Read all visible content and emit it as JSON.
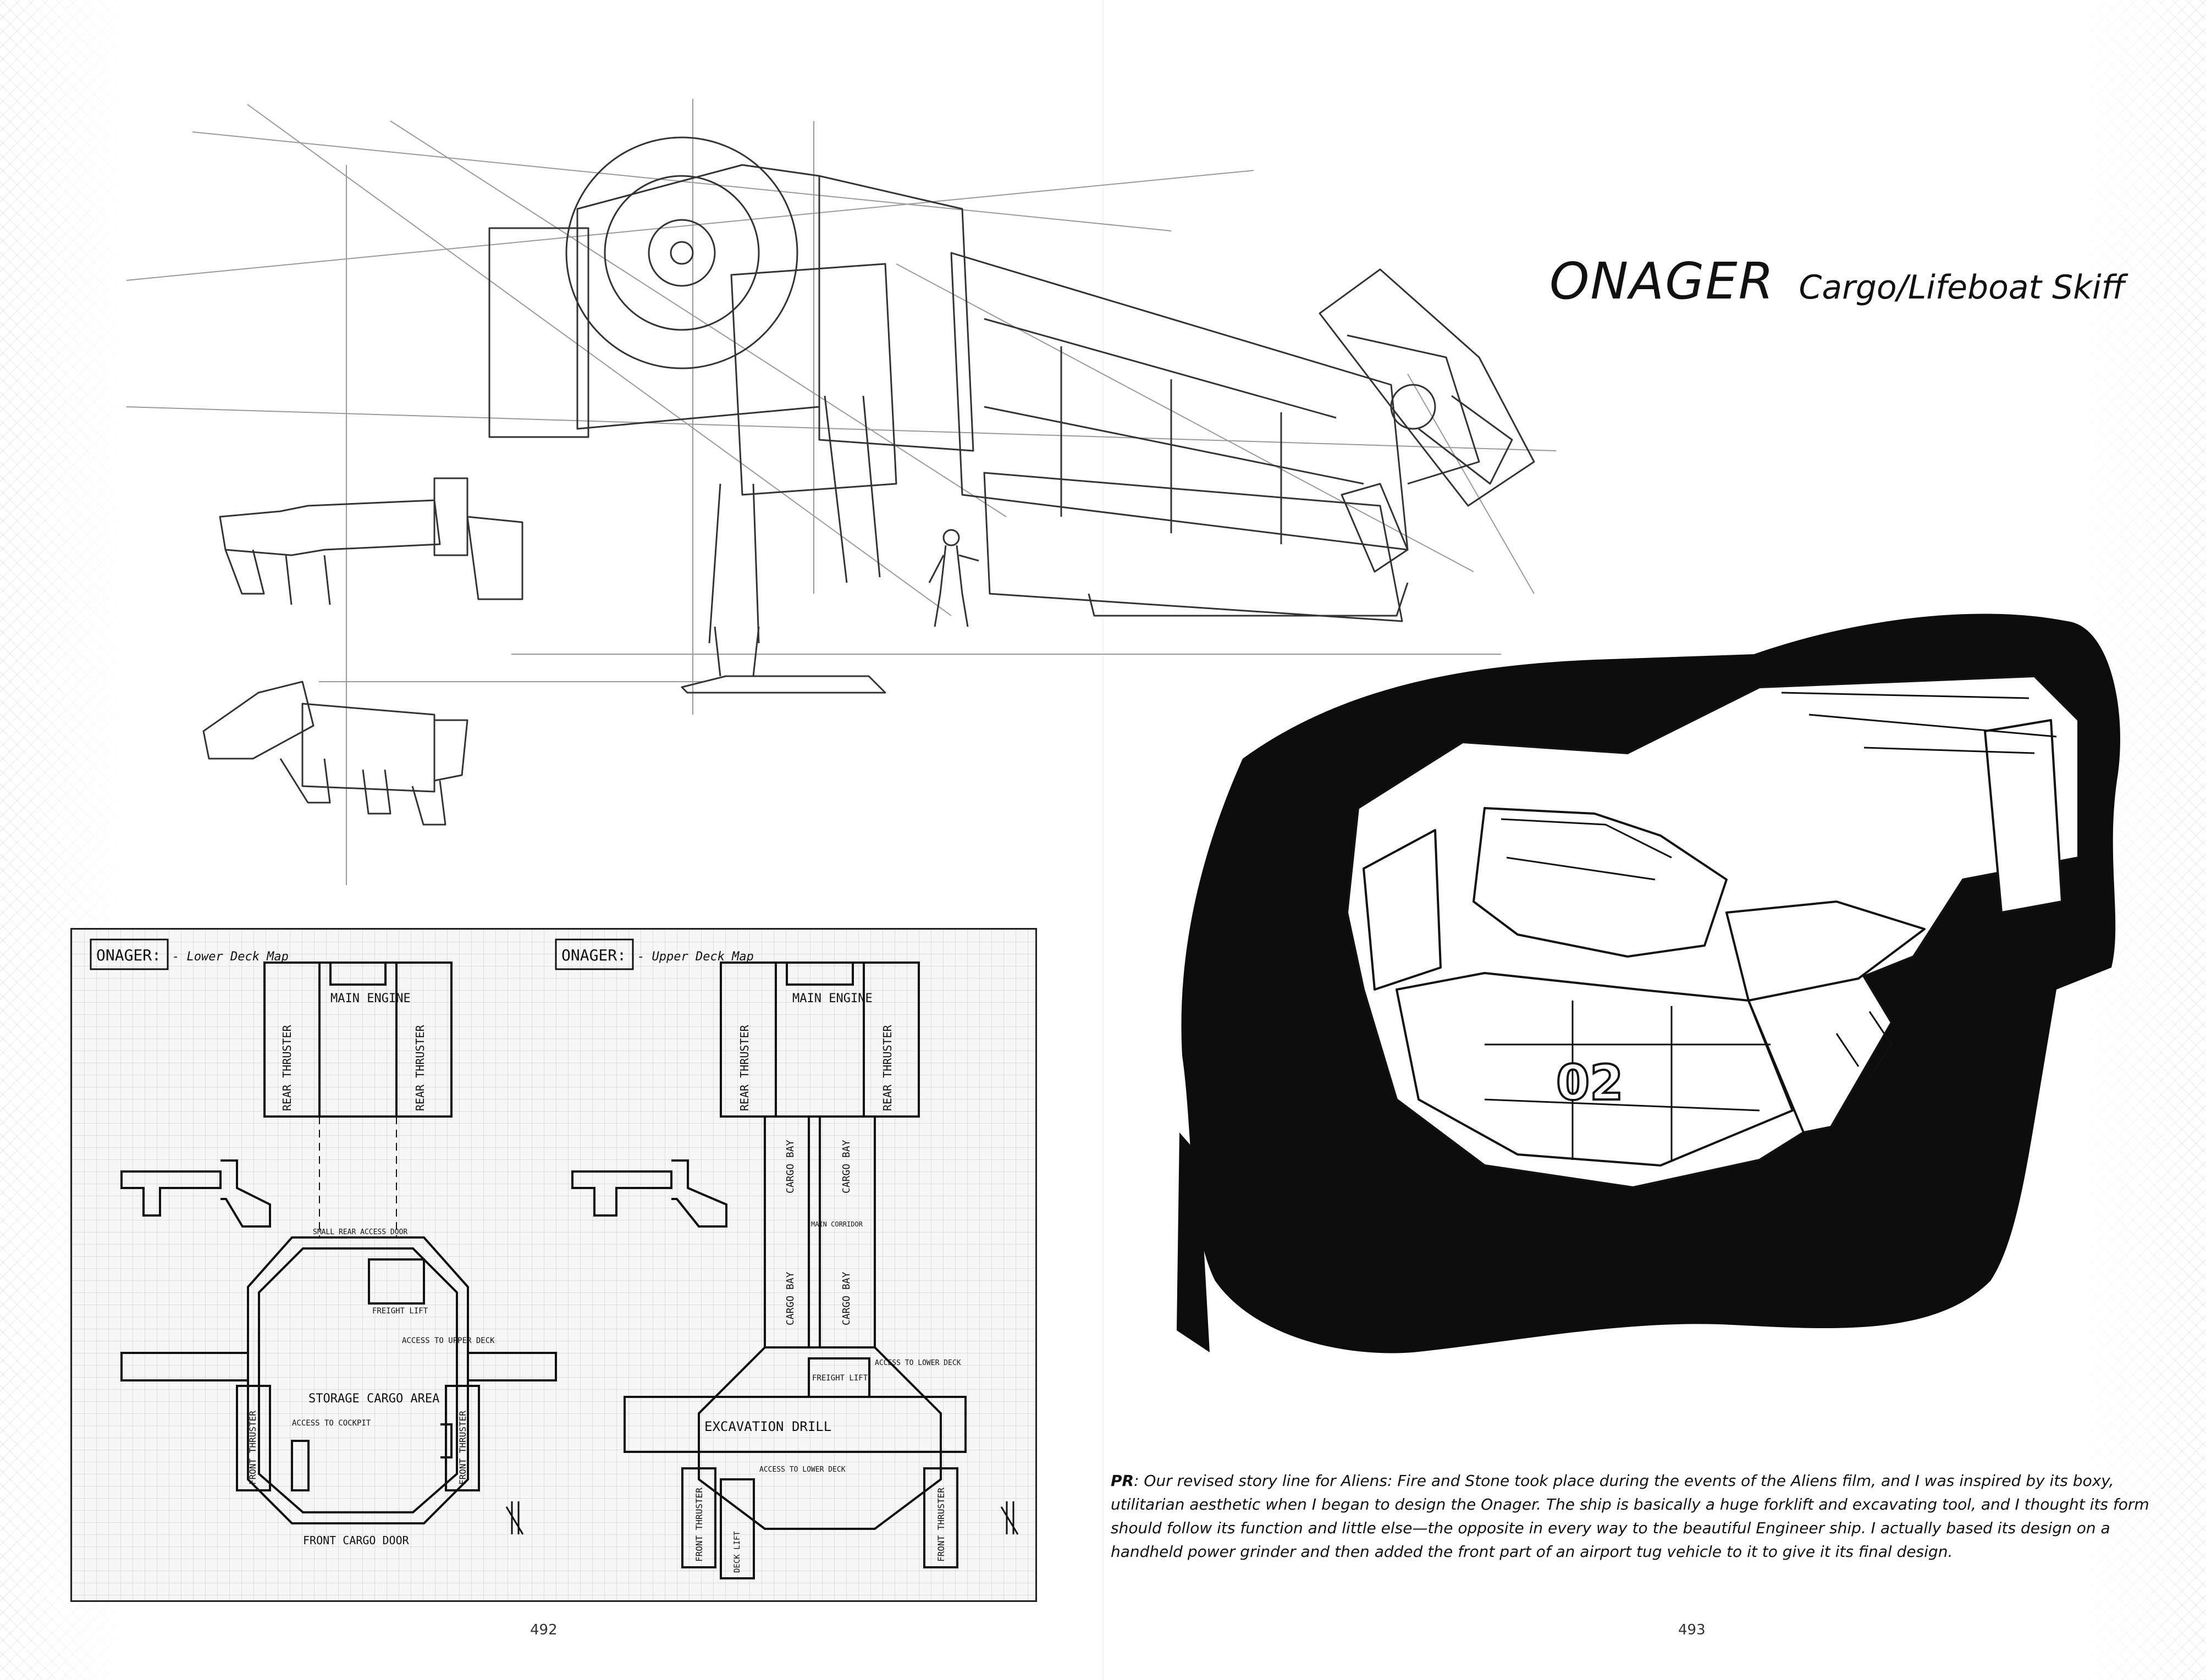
{
  "title": {
    "name": "ONAGER",
    "subtitle": "Cargo/Lifeboat Skiff"
  },
  "lower_deck_map": {
    "label": "ONAGER:",
    "caption": "- Lower Deck Map",
    "rooms": {
      "main_engine": "MAIN ENGINE",
      "rear_thruster_left": "REAR THRUSTER",
      "rear_thruster_right": "REAR THRUSTER",
      "small_rear_access_door": "SMALL REAR ACCESS DOOR",
      "freight_lift": "FREIGHT LIFT",
      "access_upper_deck": "ACCESS TO UPPER DECK",
      "storage": "STORAGE CARGO AREA",
      "access_cockpit": "ACCESS TO COCKPIT",
      "front_thruster_left": "FRONT THRUSTER",
      "front_thruster_right": "FRONT THRUSTER",
      "front_cargo_door": "FRONT CARGO DOOR"
    }
  },
  "upper_deck_map": {
    "label": "ONAGER:",
    "caption": "- Upper Deck Map",
    "rooms": {
      "main_engine": "MAIN ENGINE",
      "rear_thruster_left": "REAR THRUSTER",
      "rear_thruster_right": "REAR THRUSTER",
      "cargo_bay_1": "CARGO BAY",
      "cargo_bay_2": "CARGO BAY",
      "cargo_bay_3": "CARGO BAY",
      "cargo_bay_4": "CARGO BAY",
      "main_corridor": "MAIN CORRIDOR",
      "access_lower_deck_top": "ACCESS TO LOWER DECK",
      "freight_lift": "FREIGHT LIFT",
      "excavation_drill": "EXCAVATION DRILL",
      "access_lower_deck_bottom": "ACCESS TO LOWER DECK",
      "front_thruster_left": "FRONT THRUSTER",
      "front_thruster_right": "FRONT THRUSTER",
      "deck_lift": "DECK LIFT"
    }
  },
  "ship_marking": "02",
  "caption": {
    "lead": "PR",
    "text": ": Our revised story line for Aliens: Fire and Stone took place during the events of the Aliens film, and I was inspired by its boxy, utilitarian aesthetic when I began to design the Onager. The ship is basically a huge forklift and excavating tool, and I thought its form should follow its function and little else—the opposite in every way to the beautiful Engineer ship. I actually based its design on a handheld power grinder and then added the front part of an airport tug vehicle to it to give it its final design."
  },
  "pages": {
    "left": "492",
    "right": "493"
  }
}
